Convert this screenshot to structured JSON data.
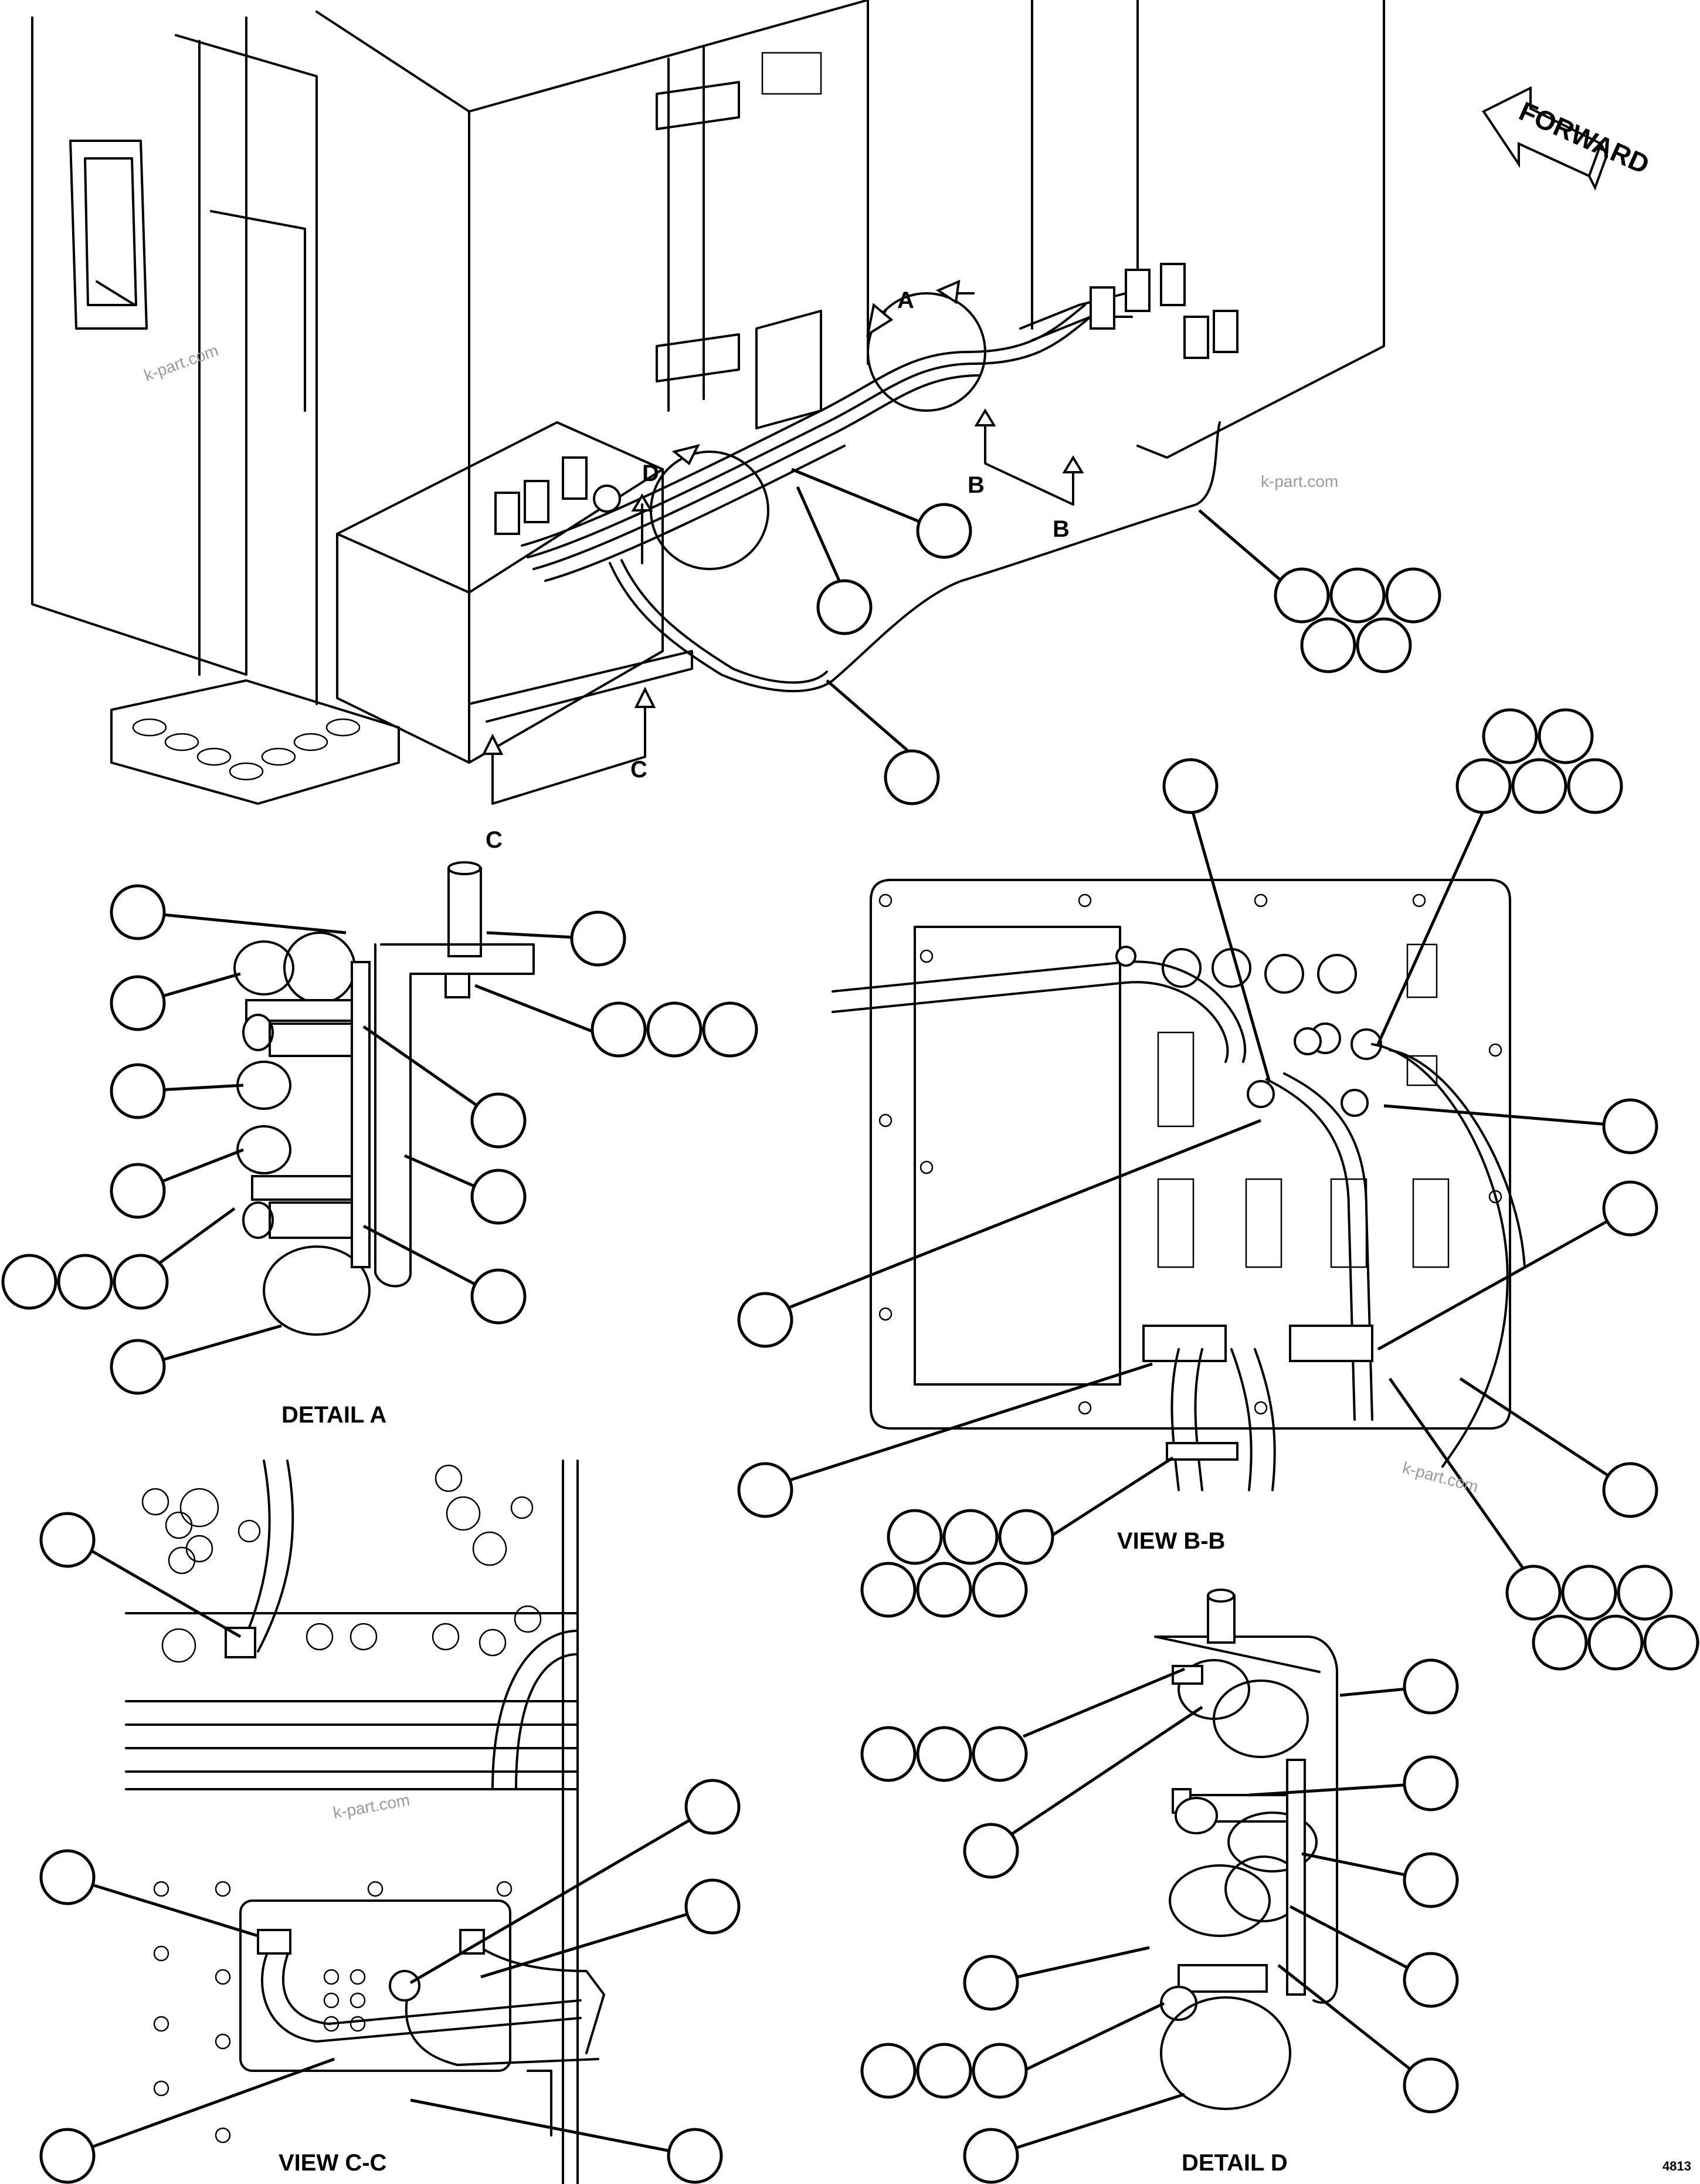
{
  "forward_label": "FORWARD",
  "section_markers": {
    "a": "A",
    "b": "B",
    "c": "C",
    "d": "D"
  },
  "captions": {
    "detail_a": "DETAIL A",
    "view_b": "VIEW B-B",
    "view_c": "VIEW C-C",
    "detail_d": "DETAIL D"
  },
  "watermark": "k-part.com",
  "sheet_number": "4813"
}
